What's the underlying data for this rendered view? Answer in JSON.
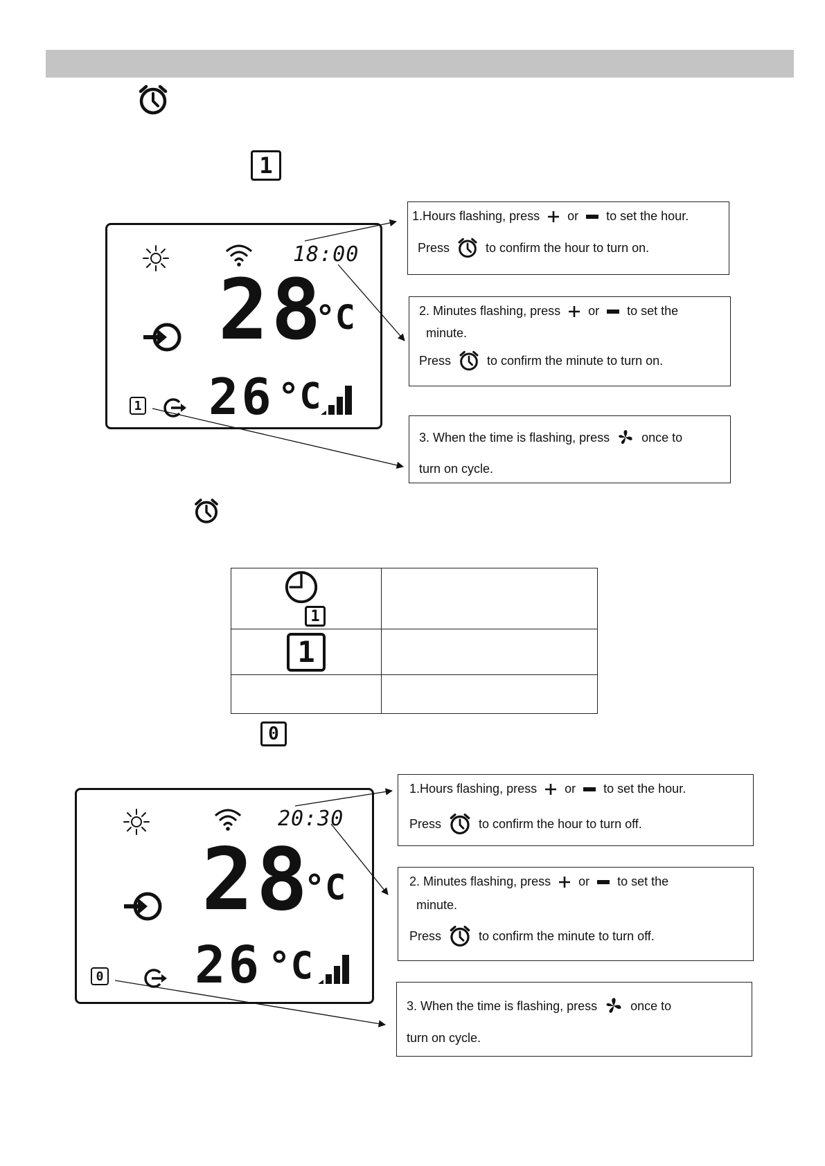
{
  "upper": {
    "lcd": {
      "time": "18:00",
      "big_temp": "28",
      "big_unit": "°C",
      "small_temp": "26",
      "small_unit": "°C",
      "timer_number": "1"
    },
    "callout1": {
      "line1_a": "1.Hours flashing, press",
      "line1_b": "or",
      "line1_c": "to set the hour.",
      "line2_a": "Press",
      "line2_b": "to confirm the hour to turn on."
    },
    "callout2": {
      "line1_a": "2. Minutes flashing, press",
      "line1_b": "or",
      "line1_c": "to set the",
      "line2": "minute.",
      "line3_a": "Press",
      "line3_b": "to confirm the minute to turn on."
    },
    "callout3": {
      "line1_a": "3. When the time is flashing, press",
      "line1_b": "once to",
      "line2": "turn on cycle."
    }
  },
  "header_icons": {
    "boxed_number_1": "1"
  },
  "legend": {
    "row1_box": "1",
    "row2_box": "1"
  },
  "middle": {
    "boxed_number_0": "0"
  },
  "lower": {
    "lcd": {
      "time": "20:30",
      "big_temp": "28",
      "big_unit": "°C",
      "small_temp": "26",
      "small_unit": "°C",
      "timer_number": "0"
    },
    "callout1": {
      "line1_a": "1.Hours flashing, press",
      "line1_b": "or",
      "line1_c": "to set the hour.",
      "line2_a": "Press",
      "line2_b": "to confirm the hour to turn off."
    },
    "callout2": {
      "line1_a": "2. Minutes flashing, press",
      "line1_b": "or",
      "line1_c": "to set the",
      "line2": "minute.",
      "line3_a": "Press",
      "line3_b": "to confirm the minute to turn off."
    },
    "callout3": {
      "line1_a": "3. When the time is flashing, press",
      "line1_b": "once to",
      "line2": "turn on cycle."
    }
  },
  "icons": {
    "alarm": "alarm-clock-icon",
    "plus": "plus-icon",
    "minus": "minus-icon",
    "fan": "fan-icon",
    "sun": "sun-icon",
    "wifi": "wifi-icon",
    "power_in": "power-in-icon",
    "signal": "signal-bars-icon",
    "clock": "clock-icon"
  }
}
